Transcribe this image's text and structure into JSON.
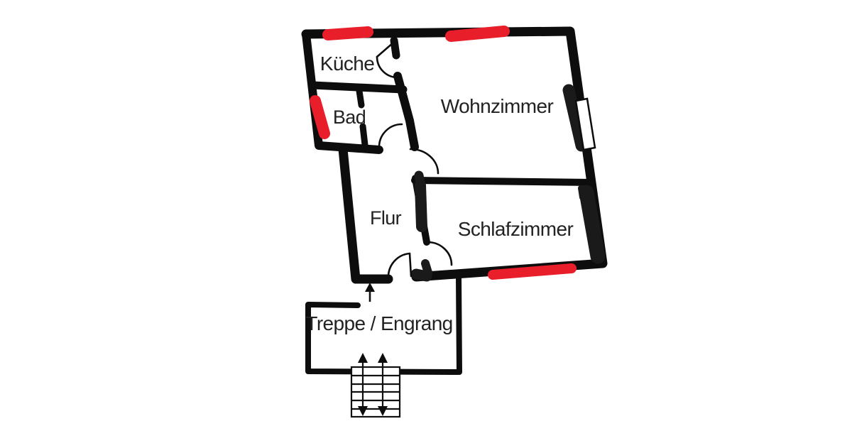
{
  "floorplan": {
    "rooms": {
      "kitchen": {
        "label": "Küche"
      },
      "bathroom": {
        "label": "Bad"
      },
      "living": {
        "label": "Wohnzimmer"
      },
      "hallway": {
        "label": "Flur"
      },
      "bedroom": {
        "label": "Schlafzimmer"
      },
      "entrance": {
        "label": "Treppe / Engrang"
      }
    },
    "colors": {
      "wall": "#0d0d0d",
      "door_overlay": "#1a1a1a",
      "marker_red": "#e81e2b",
      "text": "#222222",
      "background": "#ffffff"
    },
    "annotations": {
      "red_marker_count": 4,
      "entrance_arrow_direction": "up",
      "stair_up_arrows": 2,
      "stair_down_arrows": 2,
      "stair_step_rows": 6
    }
  }
}
